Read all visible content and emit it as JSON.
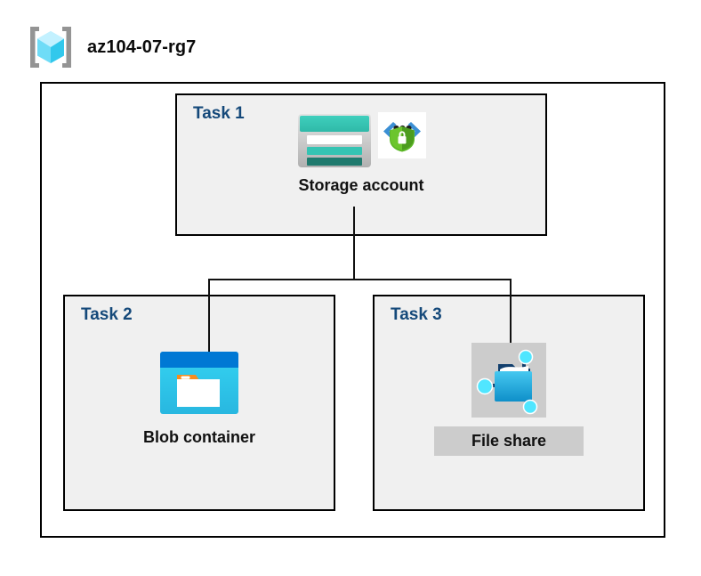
{
  "header": {
    "icon": "resource-group-icon",
    "title": "az104-07-rg7"
  },
  "boundary": {
    "name": "resource-group-boundary"
  },
  "tasks": [
    {
      "id": "task1",
      "label": "Task 1",
      "node": {
        "caption": "Storage account",
        "icons": [
          "storage-account-icon",
          "secure-endpoint-icon"
        ],
        "selected": false
      }
    },
    {
      "id": "task2",
      "label": "Task 2",
      "node": {
        "caption": "Blob container",
        "icons": [
          "blob-container-icon"
        ],
        "selected": false
      }
    },
    {
      "id": "task3",
      "label": "Task 3",
      "node": {
        "caption": "File share",
        "icons": [
          "file-share-icon"
        ],
        "selected": true
      }
    }
  ],
  "connectors": [
    {
      "name": "storage-to-bus-trunk",
      "from": "Storage account",
      "to": "branch-bus"
    },
    {
      "name": "branch-bus",
      "from": "branch-bus",
      "to": "branch-bus"
    },
    {
      "name": "bus-to-blob-container",
      "from": "branch-bus",
      "to": "Blob container"
    },
    {
      "name": "bus-to-file-share",
      "from": "branch-bus",
      "to": "File share"
    }
  ],
  "colors": {
    "task_label": "#15497a",
    "task_box_fill": "#f0f0f0",
    "box_border": "#000000",
    "selection_highlight": "#cccccc",
    "caption_text": "#111111",
    "rg_icon_cube": "#50e6ff",
    "rg_icon_bracket": "#949494",
    "storage_teal": "#37c2b1",
    "storage_dark_teal": "#1f7a6e",
    "blob_titlebar_blue": "#0078d4",
    "blob_body_cyan": "#32d4f0",
    "blob_tag_orange": "#f78d1e",
    "endpoint_blue": "#0078d4",
    "endpoint_shield_green": "#5bb726",
    "fileshare_folder_blue": "#32bdef",
    "fileshare_node_cyan": "#50e6ff"
  }
}
